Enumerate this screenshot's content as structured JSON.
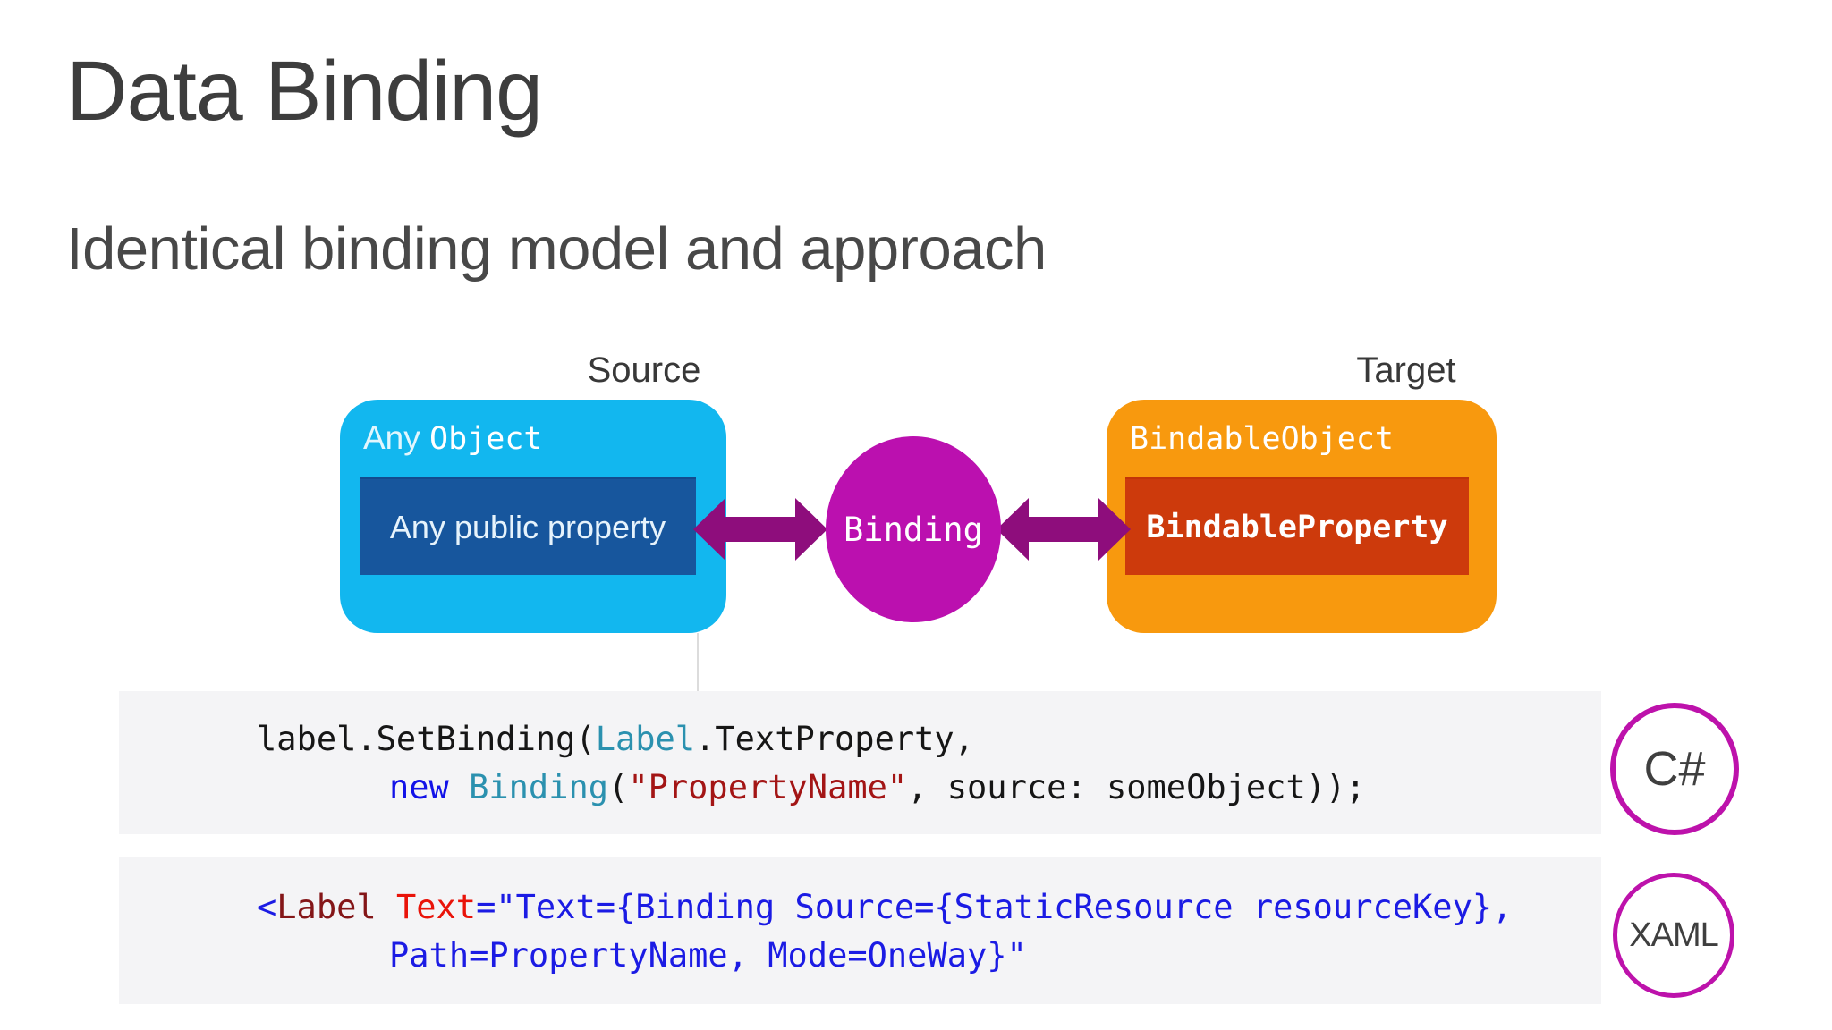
{
  "slide": {
    "title": "Data Binding",
    "subtitle": "Identical binding model and approach"
  },
  "diagram": {
    "source_label": "Source",
    "target_label": "Target",
    "source_box": {
      "heading_prefix": "Any ",
      "heading_name": "Object",
      "property": "Any public property"
    },
    "binding_circle_label": "Binding",
    "target_box": {
      "heading_name": "BindableObject",
      "property": "BindableProperty"
    },
    "colors": {
      "source_box": "#12b7ef",
      "source_inner": "#17569d",
      "target_box": "#f8990e",
      "target_inner": "#cd3a0c",
      "binding_circle": "#bb10af",
      "arrow": "#8e0d7c"
    }
  },
  "code_csharp": {
    "badge": "C#",
    "line1": {
      "t1": "label.SetBinding(",
      "t2": "Label",
      "t3": ".TextProperty,"
    },
    "line2": {
      "t1": "new",
      "t2": " Binding",
      "t3": "(",
      "t4": "\"PropertyName\"",
      "t5": ", source: someObject));"
    }
  },
  "code_xaml": {
    "badge": "XAML",
    "line1": {
      "t1": "<",
      "t2": "Label",
      "t3": " ",
      "t4": "Text",
      "t5": "=\"Text={Binding Source={StaticResource resourceKey},"
    },
    "line2": "Path=PropertyName, Mode=OneWay}\""
  },
  "style_colors": {
    "code_background": "#f4f4f6",
    "badge_border": "#bd12ab",
    "csharp_type": "#2b91af",
    "csharp_keyword": "#1212e8",
    "csharp_string": "#a31515",
    "xaml_element": "#841618",
    "xaml_attribute": "#e91309",
    "xaml_value": "#1b1be4"
  }
}
